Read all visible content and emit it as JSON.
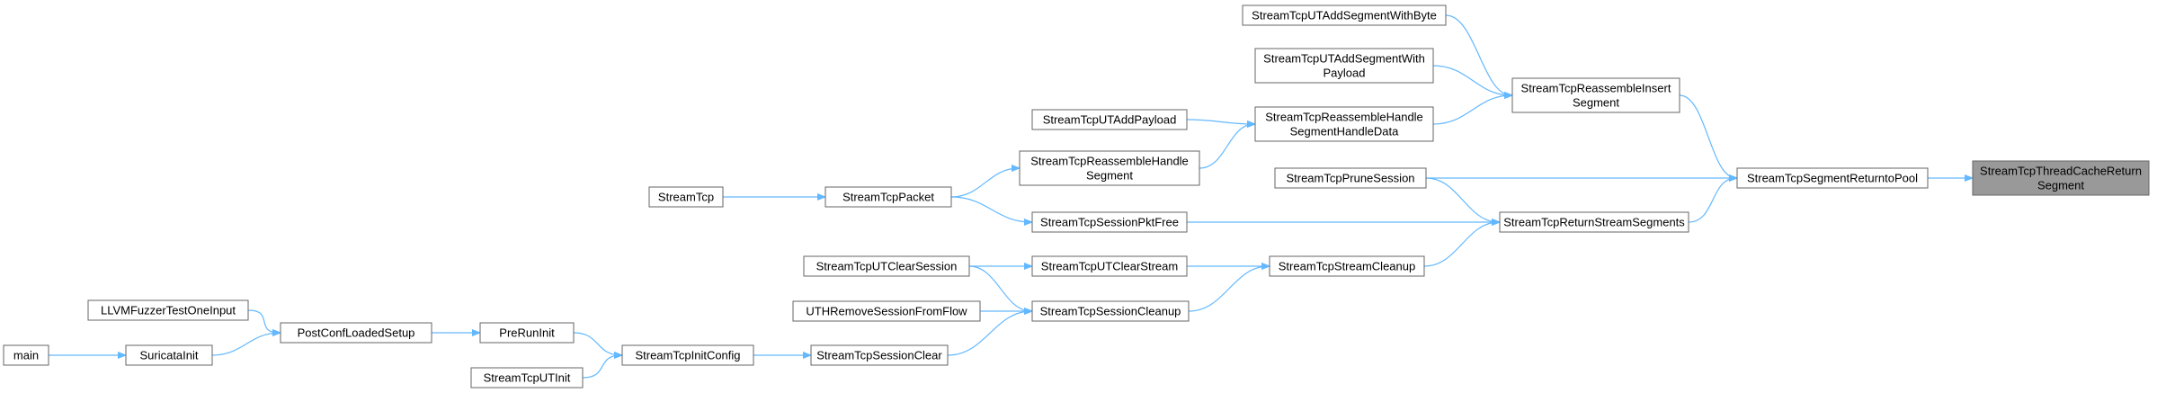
{
  "graph": {
    "edge_color": "#63b8ff",
    "root_fill": "#999999",
    "nodes": [
      {
        "id": "root",
        "lines": [
          "StreamTcpThreadCacheReturn",
          "Segment"
        ],
        "root": true
      },
      {
        "id": "segReturn",
        "lines": [
          "StreamTcpSegmentReturntoPool"
        ]
      },
      {
        "id": "reasInsert",
        "lines": [
          "StreamTcpReassembleInsert",
          "Segment"
        ]
      },
      {
        "id": "pruneSession",
        "lines": [
          "StreamTcpPruneSession"
        ]
      },
      {
        "id": "returnStreamSegs",
        "lines": [
          "StreamTcpReturnStreamSegments"
        ]
      },
      {
        "id": "utAddSegByte",
        "lines": [
          "StreamTcpUTAddSegmentWithByte"
        ]
      },
      {
        "id": "utAddSegPayload",
        "lines": [
          "StreamTcpUTAddSegmentWith",
          "Payload"
        ]
      },
      {
        "id": "reasHandleData",
        "lines": [
          "StreamTcpReassembleHandle",
          "SegmentHandleData"
        ]
      },
      {
        "id": "utAddPayload",
        "lines": [
          "StreamTcpUTAddPayload"
        ]
      },
      {
        "id": "reasHandleSeg",
        "lines": [
          "StreamTcpReassembleHandle",
          "Segment"
        ]
      },
      {
        "id": "packet",
        "lines": [
          "StreamTcpPacket"
        ]
      },
      {
        "id": "streamTcp",
        "lines": [
          "StreamTcp"
        ]
      },
      {
        "id": "pktFree",
        "lines": [
          "StreamTcpSessionPktFree"
        ]
      },
      {
        "id": "streamCleanup",
        "lines": [
          "StreamTcpStreamCleanup"
        ]
      },
      {
        "id": "utClearStream",
        "lines": [
          "StreamTcpUTClearStream"
        ]
      },
      {
        "id": "utClearSession",
        "lines": [
          "StreamTcpUTClearSession"
        ]
      },
      {
        "id": "sessionCleanup",
        "lines": [
          "StreamTcpSessionCleanup"
        ]
      },
      {
        "id": "uthRemove",
        "lines": [
          "UTHRemoveSessionFromFlow"
        ]
      },
      {
        "id": "sessionClear",
        "lines": [
          "StreamTcpSessionClear"
        ]
      },
      {
        "id": "initConfig",
        "lines": [
          "StreamTcpInitConfig"
        ]
      },
      {
        "id": "utInit",
        "lines": [
          "StreamTcpUTInit"
        ]
      },
      {
        "id": "preRunInit",
        "lines": [
          "PreRunInit"
        ]
      },
      {
        "id": "postConf",
        "lines": [
          "PostConfLoadedSetup"
        ]
      },
      {
        "id": "llvmFuzzer",
        "lines": [
          "LLVMFuzzerTestOneInput"
        ]
      },
      {
        "id": "suricataInit",
        "lines": [
          "SuricataInit"
        ]
      },
      {
        "id": "main",
        "lines": [
          "main"
        ]
      }
    ],
    "edges": [
      [
        "segReturn",
        "root"
      ],
      [
        "reasInsert",
        "segReturn"
      ],
      [
        "pruneSession",
        "segReturn"
      ],
      [
        "returnStreamSegs",
        "segReturn"
      ],
      [
        "utAddSegByte",
        "reasInsert"
      ],
      [
        "utAddSegPayload",
        "reasInsert"
      ],
      [
        "reasHandleData",
        "reasInsert"
      ],
      [
        "utAddPayload",
        "reasHandleData"
      ],
      [
        "reasHandleSeg",
        "reasHandleData"
      ],
      [
        "packet",
        "reasHandleSeg"
      ],
      [
        "streamTcp",
        "packet"
      ],
      [
        "pruneSession",
        "returnStreamSegs"
      ],
      [
        "pktFree",
        "returnStreamSegs"
      ],
      [
        "streamCleanup",
        "returnStreamSegs"
      ],
      [
        "packet",
        "pktFree"
      ],
      [
        "utClearStream",
        "streamCleanup"
      ],
      [
        "sessionCleanup",
        "streamCleanup"
      ],
      [
        "utClearSession",
        "utClearStream"
      ],
      [
        "utClearSession",
        "sessionCleanup"
      ],
      [
        "uthRemove",
        "sessionCleanup"
      ],
      [
        "sessionClear",
        "sessionCleanup"
      ],
      [
        "initConfig",
        "sessionClear"
      ],
      [
        "preRunInit",
        "initConfig"
      ],
      [
        "utInit",
        "initConfig"
      ],
      [
        "postConf",
        "preRunInit"
      ],
      [
        "llvmFuzzer",
        "postConf"
      ],
      [
        "suricataInit",
        "postConf"
      ],
      [
        "main",
        "suricataInit"
      ]
    ]
  }
}
